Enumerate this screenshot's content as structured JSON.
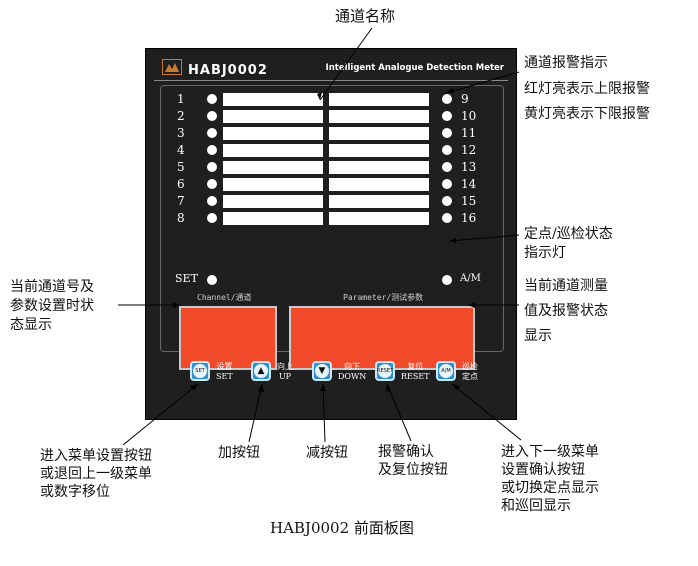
{
  "panel": {
    "brand": "HABJ0002",
    "subtitle": "Intelligent Analogue Detection Meter",
    "channels_left": [
      "1",
      "2",
      "3",
      "4",
      "5",
      "6",
      "7",
      "8"
    ],
    "channels_right": [
      "9",
      "10",
      "11",
      "12",
      "13",
      "14",
      "15",
      "16"
    ],
    "set_label": "SET",
    "am_label": "A/M",
    "display_channel_label": "Channel/通道",
    "display_param_label": "Parameter/测试参数",
    "buttons": [
      {
        "face": "SET",
        "cn": "设置",
        "en": "SET"
      },
      {
        "face": "▲",
        "cn": "向上",
        "en": "UP"
      },
      {
        "face": "▼",
        "cn": "向下",
        "en": "DOWN"
      },
      {
        "face": "RESET",
        "cn": "复位",
        "en": "RESET"
      },
      {
        "face": "A/M",
        "cn": "巡检",
        "en": "定点"
      }
    ]
  },
  "annotations": {
    "channel_name": "通道名称",
    "alarm_line1": "通道报警指示",
    "alarm_line2": "红灯亮表示上限报警",
    "alarm_line3": "黄灯亮表示下限报警",
    "status_line1": "定点/巡检状态",
    "status_line2": "指示灯",
    "left_disp_line1": "当前通道号及",
    "left_disp_line2": "参数设置时状",
    "left_disp_line3": "态显示",
    "right_disp_line1": "当前通道测量",
    "right_disp_line2": "值及报警状态",
    "right_disp_line3": "显示",
    "set_btn_line1": "进入菜单设置按钮",
    "set_btn_line2": "或退回上一级菜单",
    "set_btn_line3": "或数字移位",
    "up_btn": "加按钮",
    "down_btn": "减按钮",
    "reset_line1": "报警确认",
    "reset_line2": "及复位按钮",
    "am_line1": "进入下一级菜单",
    "am_line2": "设置确认按钮",
    "am_line3": "或切换定点显示",
    "am_line4": "和巡回显示"
  },
  "caption": "HABJ0002 前面板图"
}
